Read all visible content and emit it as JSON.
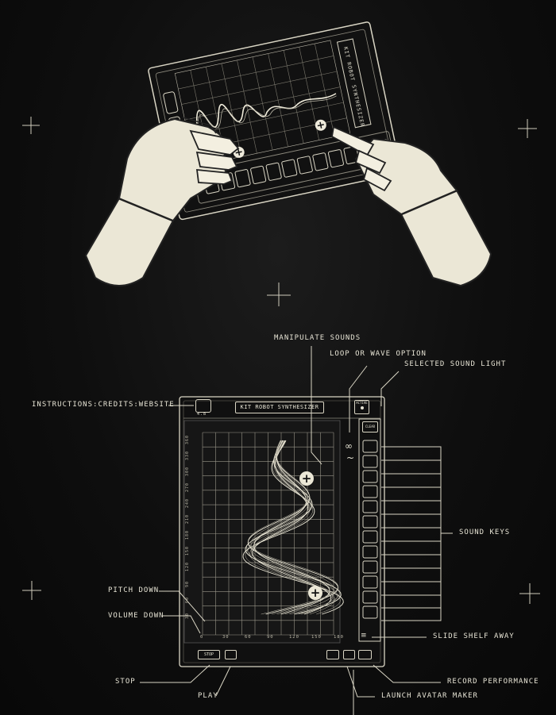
{
  "top_illustration": {
    "tablet_title": "KIT ROBOT SYNTHESIZER"
  },
  "synth": {
    "title": "KIT ROBOT SYNTHESIZER",
    "active_label": "ACTIVE",
    "clear_label": "CLEAR",
    "version": "4.8",
    "loop_symbol": "∞",
    "wave_symbol": "~",
    "stop_label": "STOP",
    "y_ticks": [
      "360",
      "330",
      "300",
      "270",
      "240",
      "210",
      "180",
      "150",
      "120",
      "90",
      "60",
      "30"
    ],
    "x_ticks": [
      "0",
      "30",
      "60",
      "90",
      "120",
      "150",
      "180"
    ],
    "sound_keys_count": 12
  },
  "callouts": {
    "manipulate_sounds": "MANIPULATE SOUNDS",
    "loop_or_wave": "LOOP OR WAVE OPTION",
    "selected_sound_light": "SELECTED SOUND LIGHT",
    "instructions": "INSTRUCTIONS:CREDITS:WEBSITE",
    "sound_keys": "SOUND KEYS",
    "pitch_down": "PITCH DOWN",
    "volume_down": "VOLUME DOWN",
    "slide_shelf_away": "SLIDE SHELF AWAY",
    "stop": "STOP",
    "play": "PLAY",
    "record_performance": "RECORD PERFORMANCE",
    "launch_avatar_maker": "LAUNCH AVATAR MAKER"
  }
}
